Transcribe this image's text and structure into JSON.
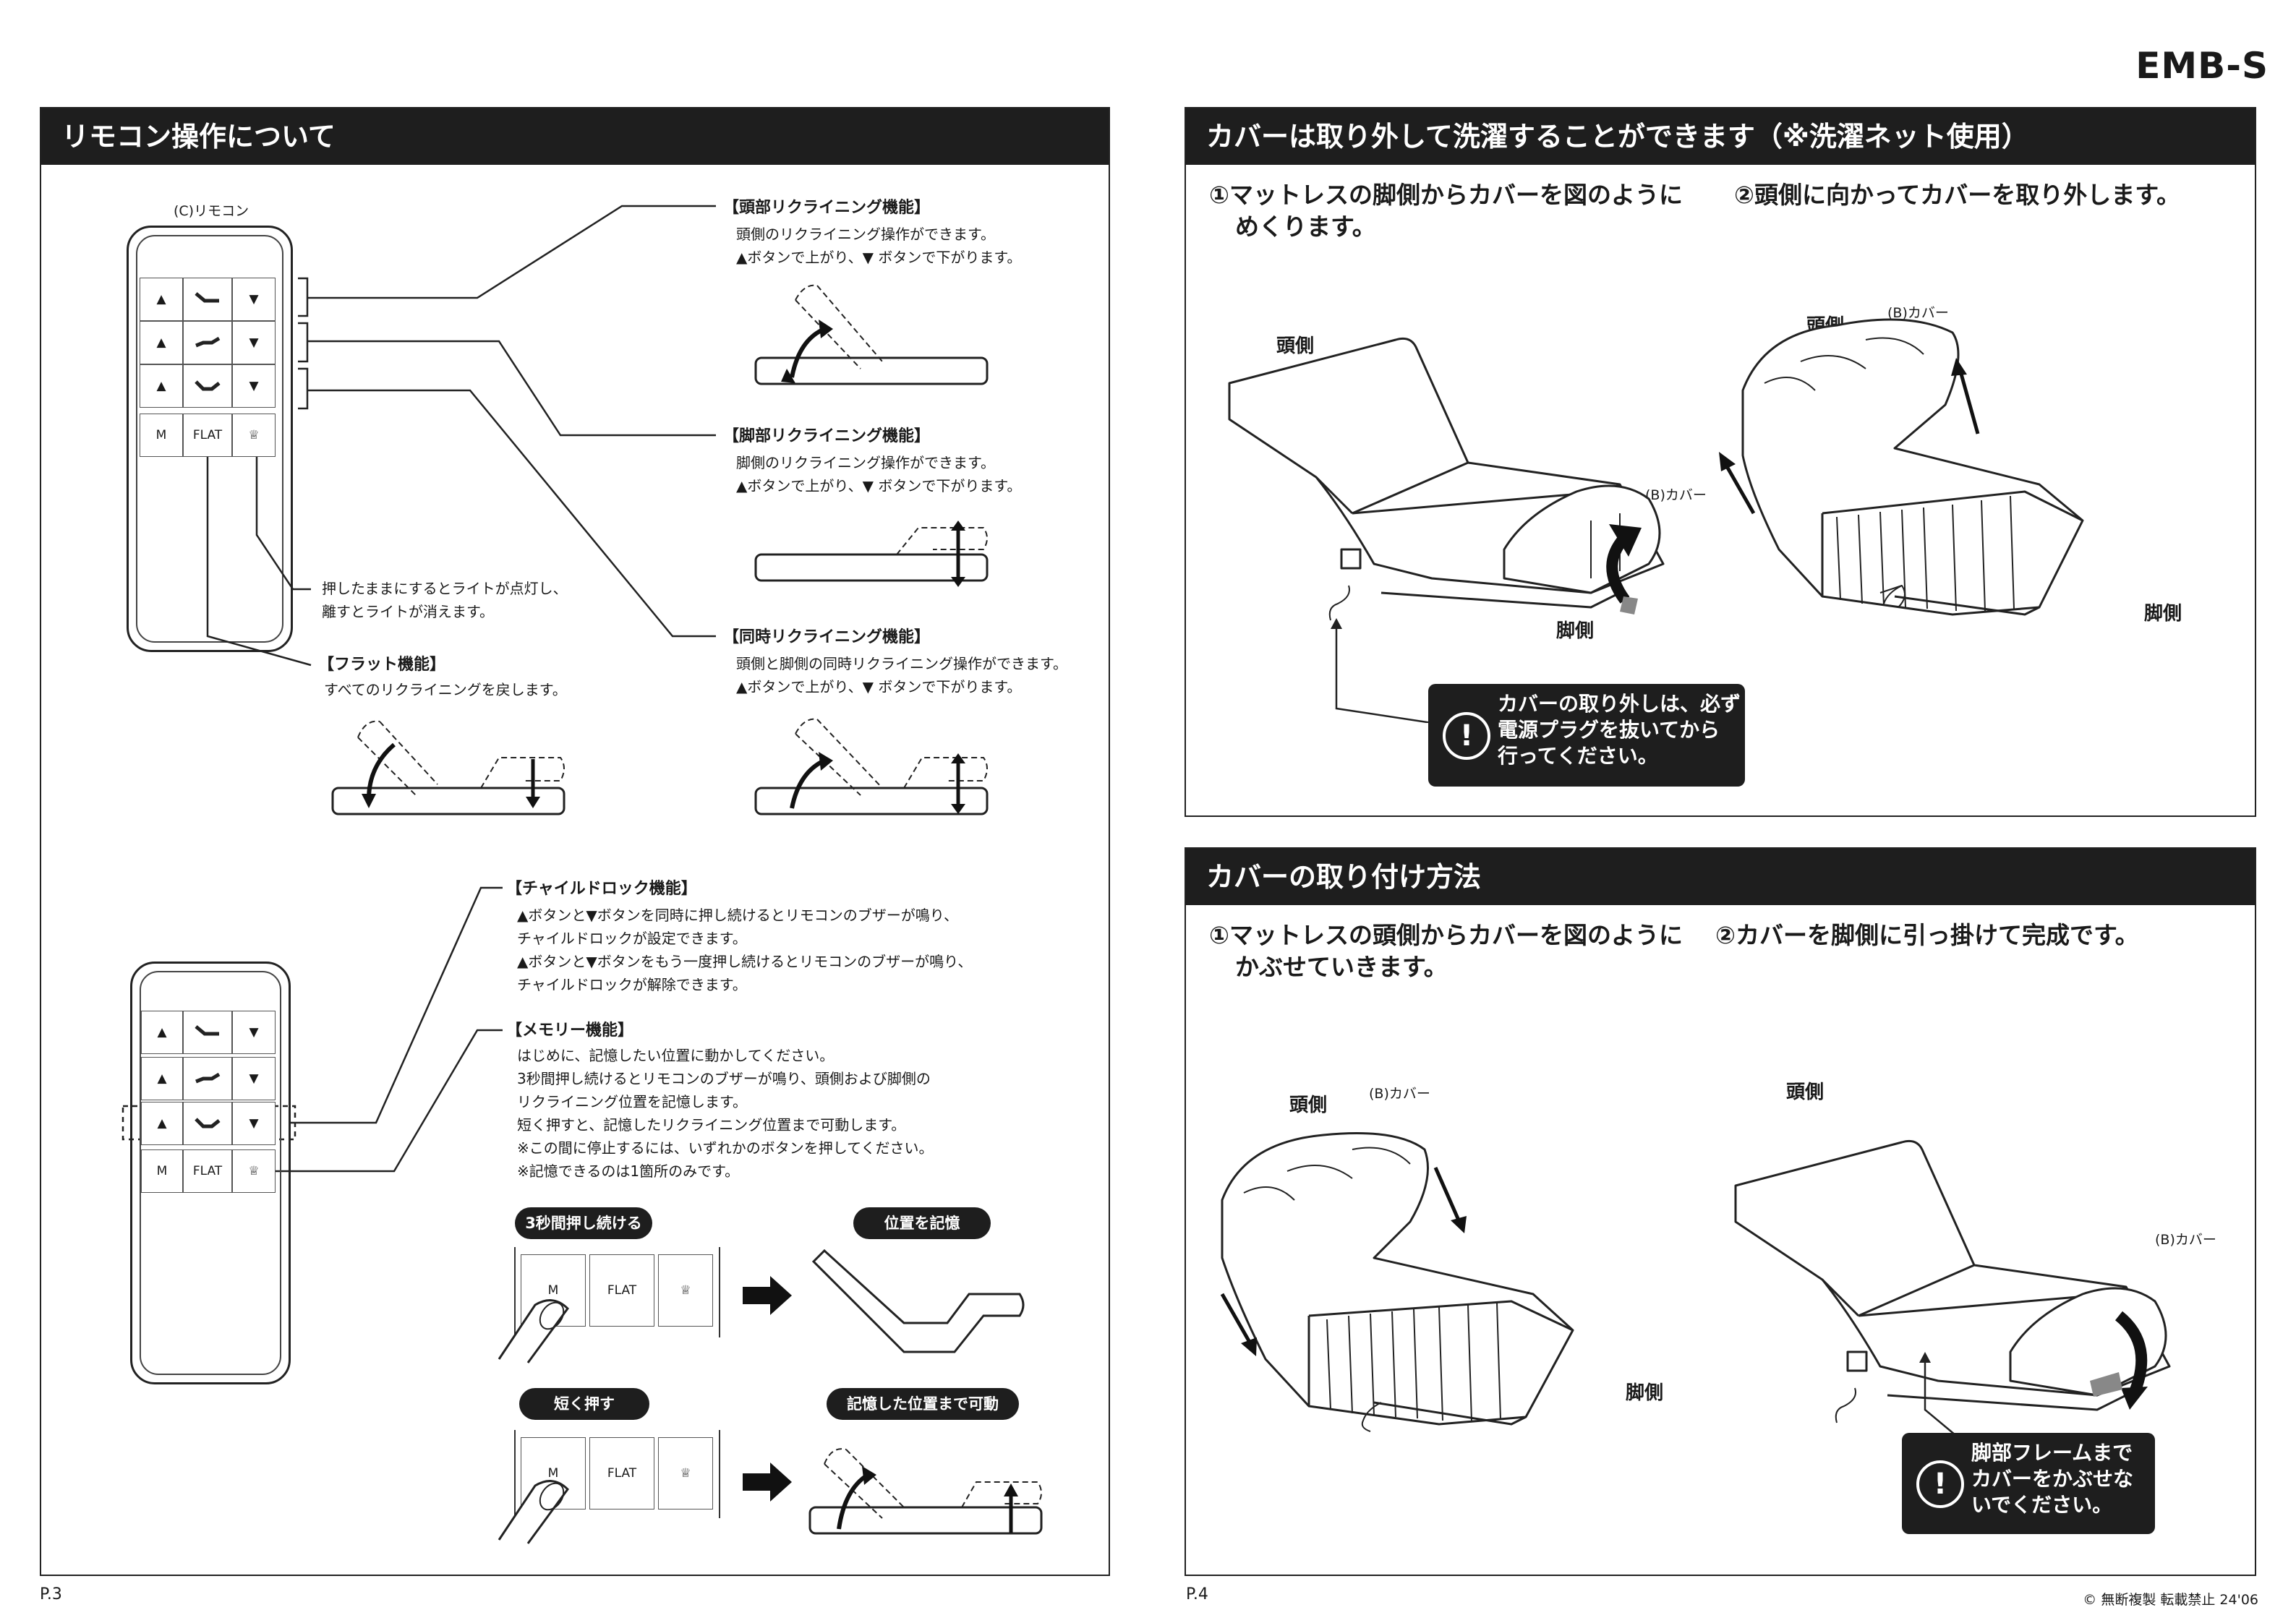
{
  "model": "EMB-S",
  "left": {
    "title": "リモコン操作について",
    "remote_label": "(C)リモコン",
    "buttons": {
      "up": "▲",
      "down": "▼",
      "memory": "M",
      "flat": "FLAT",
      "light": "♕"
    },
    "head_func": {
      "title": "【頭部リクライニング機能】",
      "line1": "頭側のリクライニング操作ができます。",
      "line2": "▲ボタンで上がり、▼ ボタンで下がります。"
    },
    "foot_func": {
      "title": "【脚部リクライニング機能】",
      "line1": "脚側のリクライニング操作ができます。",
      "line2": "▲ボタンで上がり、▼ ボタンで下がります。"
    },
    "sync_func": {
      "title": "【同時リクライニング機能】",
      "line1": "頭側と脚側の同時リクライニング操作ができます。",
      "line2": "▲ボタンで上がり、▼ ボタンで下がります。"
    },
    "light_note": {
      "line1": "押したままにするとライトが点灯し、",
      "line2": "離すとライトが消えます。"
    },
    "flat_func": {
      "title": "【フラット機能】",
      "line1": "すべてのリクライニングを戻します。"
    },
    "child_lock": {
      "title": "【チャイルドロック機能】",
      "line1": "▲ボタンと▼ボタンを同時に押し続けるとリモコンのブザーが鳴り、",
      "line2": "チャイルドロックが設定できます。",
      "line3": "▲ボタンと▼ボタンをもう一度押し続けるとリモコンのブザーが鳴り、",
      "line4": "チャイルドロックが解除できます。"
    },
    "memory": {
      "title": "【メモリー機能】",
      "line1": "はじめに、記憶したい位置に動かしてください。",
      "line2": "3秒間押し続けるとリモコンのブザーが鳴り、頭側および脚側の",
      "line3": "リクライニング位置を記憶します。",
      "line4": "短く押すと、記憶したリクライニング位置まで可動します。",
      "line5": "※この間に停止するには、いずれかのボタンを押してください。",
      "line6": "※記憶できるのは1箇所のみです。"
    },
    "pill_hold": "3秒間押し続ける",
    "pill_store": "位置を記憶",
    "pill_short": "短く押す",
    "pill_move": "記憶した位置まで可動",
    "page": "P.3"
  },
  "right_top": {
    "title": "カバーは取り外して洗濯することができます（※洗濯ネット使用）",
    "step1_l1": "①マットレスの脚側からカバーを図のように",
    "step1_l2": "めくります。",
    "step2": "②頭側に向かってカバーを取り外します。",
    "head": "頭側",
    "foot": "脚側",
    "cover": "(B)カバー",
    "warn_l1": "カバーの取り外しは、必ず",
    "warn_l2": "電源プラグを抜いてから",
    "warn_l3": "行ってください。",
    "warn_icon": "!"
  },
  "right_bottom": {
    "title": "カバーの取り付け方法",
    "step1_l1": "①マットレスの頭側からカバーを図のように",
    "step1_l2": "かぶせていきます。",
    "step2": "②カバーを脚側に引っ掛けて完成です。",
    "head": "頭側",
    "foot": "脚側",
    "cover": "(B)カバー",
    "warn_l1": "脚部フレームまで",
    "warn_l2": "カバーをかぶせな",
    "warn_l3": "いでください。",
    "warn_icon": "!"
  },
  "page_right": "P.4",
  "copyright": "© 無断複製 転載禁止  24'06"
}
